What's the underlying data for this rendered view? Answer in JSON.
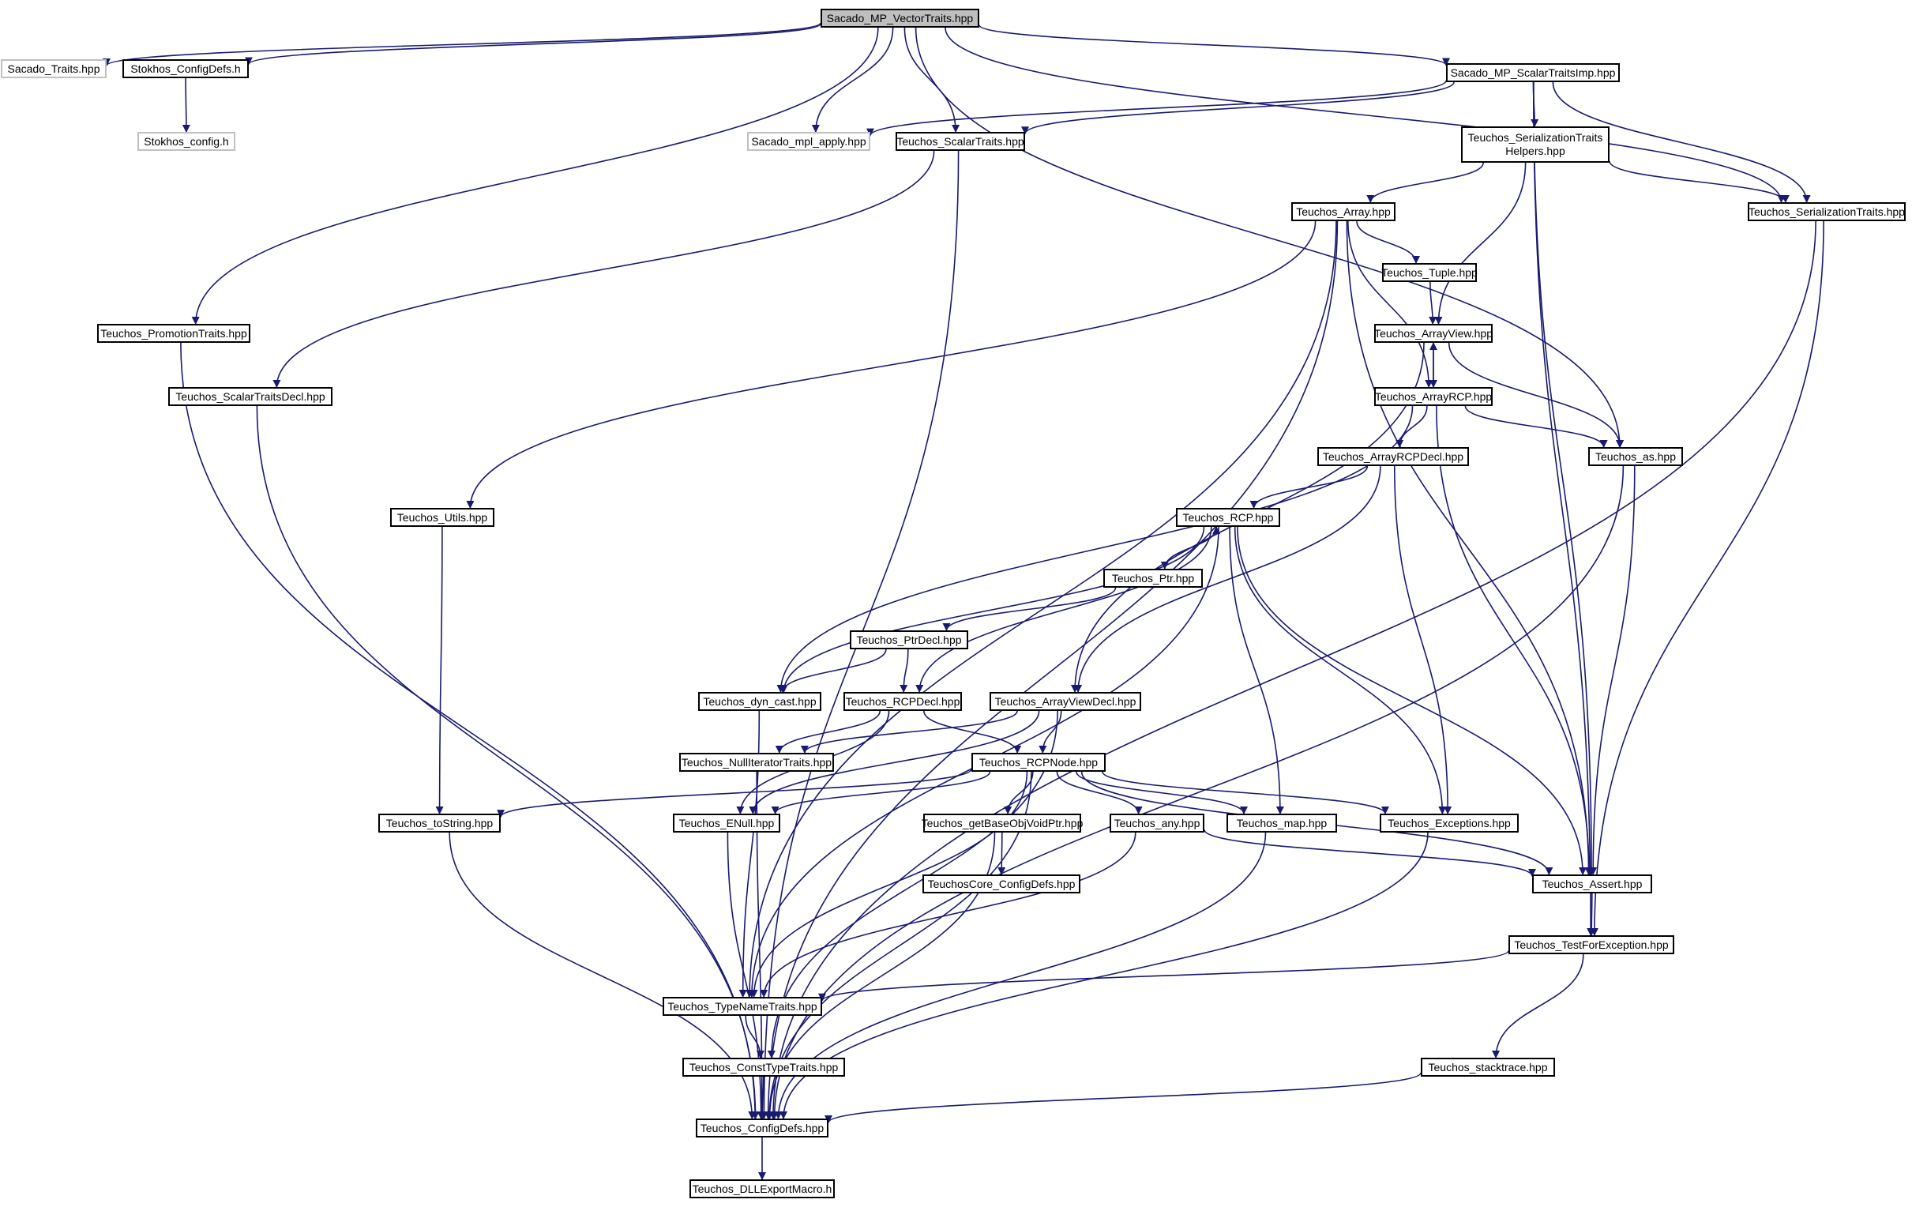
{
  "diagram": {
    "colors": {
      "edge": "#191970",
      "node_border": "#000000",
      "external_border": "#c0c0c0",
      "root_fill": "#bfbfbf",
      "background": "#ffffff"
    },
    "nodes": [
      {
        "id": "root",
        "label": "Sacado_MP_VectorTraits.hpp",
        "kind": "root"
      },
      {
        "id": "sacado_traits",
        "label": "Sacado_Traits.hpp",
        "kind": "external"
      },
      {
        "id": "stokhos_configdefs",
        "label": "Stokhos_ConfigDefs.h",
        "kind": "normal"
      },
      {
        "id": "stokhos_config",
        "label": "Stokhos_config.h",
        "kind": "external"
      },
      {
        "id": "sacado_mpl_apply",
        "label": "Sacado_mpl_apply.hpp",
        "kind": "external"
      },
      {
        "id": "teuchos_scalartraits",
        "label": "Teuchos_ScalarTraits.hpp",
        "kind": "normal"
      },
      {
        "id": "sacado_scalartraitsimp",
        "label": "Sacado_MP_ScalarTraitsImp.hpp",
        "kind": "normal"
      },
      {
        "id": "teuchos_serializationtraitshelpers",
        "label": "Teuchos_SerializationTraits\nHelpers.hpp",
        "kind": "normal"
      },
      {
        "id": "teuchos_serializationtraits",
        "label": "Teuchos_SerializationTraits.hpp",
        "kind": "normal"
      },
      {
        "id": "teuchos_array",
        "label": "Teuchos_Array.hpp",
        "kind": "normal"
      },
      {
        "id": "teuchos_tuple",
        "label": "Teuchos_Tuple.hpp",
        "kind": "normal"
      },
      {
        "id": "teuchos_arrayview",
        "label": "Teuchos_ArrayView.hpp",
        "kind": "normal"
      },
      {
        "id": "teuchos_arrayrcp",
        "label": "Teuchos_ArrayRCP.hpp",
        "kind": "normal"
      },
      {
        "id": "teuchos_promotiontraits",
        "label": "Teuchos_PromotionTraits.hpp",
        "kind": "normal"
      },
      {
        "id": "teuchos_scalartraitsdecl",
        "label": "Teuchos_ScalarTraitsDecl.hpp",
        "kind": "normal"
      },
      {
        "id": "teuchos_arrayrcpdecl",
        "label": "Teuchos_ArrayRCPDecl.hpp",
        "kind": "normal"
      },
      {
        "id": "teuchos_as",
        "label": "Teuchos_as.hpp",
        "kind": "normal"
      },
      {
        "id": "teuchos_utils",
        "label": "Teuchos_Utils.hpp",
        "kind": "normal"
      },
      {
        "id": "teuchos_rcp",
        "label": "Teuchos_RCP.hpp",
        "kind": "normal"
      },
      {
        "id": "teuchos_ptr",
        "label": "Teuchos_Ptr.hpp",
        "kind": "normal"
      },
      {
        "id": "teuchos_ptrdecl",
        "label": "Teuchos_PtrDecl.hpp",
        "kind": "normal"
      },
      {
        "id": "teuchos_dyn_cast",
        "label": "Teuchos_dyn_cast.hpp",
        "kind": "normal"
      },
      {
        "id": "teuchos_rcpdecl",
        "label": "Teuchos_RCPDecl.hpp",
        "kind": "normal"
      },
      {
        "id": "teuchos_arrayviewdecl",
        "label": "Teuchos_ArrayViewDecl.hpp",
        "kind": "normal"
      },
      {
        "id": "teuchos_nulliteratortraits",
        "label": "Teuchos_NullIteratorTraits.hpp",
        "kind": "normal"
      },
      {
        "id": "teuchos_rcpnode",
        "label": "Teuchos_RCPNode.hpp",
        "kind": "normal"
      },
      {
        "id": "teuchos_tostring",
        "label": "Teuchos_toString.hpp",
        "kind": "normal"
      },
      {
        "id": "teuchos_enull",
        "label": "Teuchos_ENull.hpp",
        "kind": "normal"
      },
      {
        "id": "teuchos_getbaseobjvoidptr",
        "label": "Teuchos_getBaseObjVoidPtr.hpp",
        "kind": "normal"
      },
      {
        "id": "teuchos_any",
        "label": "Teuchos_any.hpp",
        "kind": "normal"
      },
      {
        "id": "teuchos_map",
        "label": "Teuchos_map.hpp",
        "kind": "normal"
      },
      {
        "id": "teuchos_exceptions",
        "label": "Teuchos_Exceptions.hpp",
        "kind": "normal"
      },
      {
        "id": "teuchoscore_configdefs",
        "label": "TeuchosCore_ConfigDefs.hpp",
        "kind": "normal"
      },
      {
        "id": "teuchos_assert",
        "label": "Teuchos_Assert.hpp",
        "kind": "normal"
      },
      {
        "id": "teuchos_testforexception",
        "label": "Teuchos_TestForException.hpp",
        "kind": "normal"
      },
      {
        "id": "teuchos_typenametraits",
        "label": "Teuchos_TypeNameTraits.hpp",
        "kind": "normal"
      },
      {
        "id": "teuchos_consttypetraits",
        "label": "Teuchos_ConstTypeTraits.hpp",
        "kind": "normal"
      },
      {
        "id": "teuchos_stacktrace",
        "label": "Teuchos_stacktrace.hpp",
        "kind": "normal"
      },
      {
        "id": "teuchos_configdefs",
        "label": "Teuchos_ConfigDefs.hpp",
        "kind": "normal"
      },
      {
        "id": "teuchos_dllexportmacro",
        "label": "Teuchos_DLLExportMacro.h",
        "kind": "normal"
      }
    ],
    "edges": [
      [
        "root",
        "sacado_traits"
      ],
      [
        "root",
        "stokhos_configdefs"
      ],
      [
        "root",
        "teuchos_promotiontraits"
      ],
      [
        "root",
        "sacado_mpl_apply"
      ],
      [
        "root",
        "teuchos_scalartraits"
      ],
      [
        "root",
        "sacado_scalartraitsimp"
      ],
      [
        "root",
        "teuchos_as"
      ],
      [
        "root",
        "teuchos_serializationtraits"
      ],
      [
        "stokhos_configdefs",
        "stokhos_config"
      ],
      [
        "sacado_scalartraitsimp",
        "sacado_mpl_apply"
      ],
      [
        "sacado_scalartraitsimp",
        "teuchos_scalartraits"
      ],
      [
        "sacado_scalartraitsimp",
        "teuchos_serializationtraitshelpers"
      ],
      [
        "sacado_scalartraitsimp",
        "teuchos_serializationtraits"
      ],
      [
        "sacado_scalartraitsimp",
        "teuchos_assert"
      ],
      [
        "sacado_scalartraitsimp",
        "teuchos_testforexception"
      ],
      [
        "teuchos_scalartraits",
        "teuchos_scalartraitsdecl"
      ],
      [
        "teuchos_scalartraits",
        "teuchos_configdefs"
      ],
      [
        "teuchos_serializationtraitshelpers",
        "teuchos_array"
      ],
      [
        "teuchos_serializationtraitshelpers",
        "teuchos_arrayview"
      ],
      [
        "teuchos_serializationtraitshelpers",
        "teuchos_serializationtraits"
      ],
      [
        "teuchos_serializationtraits",
        "teuchos_testforexception"
      ],
      [
        "teuchos_serializationtraits",
        "teuchos_configdefs"
      ],
      [
        "teuchos_array",
        "teuchos_tuple"
      ],
      [
        "teuchos_array",
        "teuchos_arrayrcp"
      ],
      [
        "teuchos_array",
        "teuchos_assert"
      ],
      [
        "teuchos_array",
        "teuchos_utils"
      ],
      [
        "teuchos_array",
        "teuchos_typenametraits"
      ],
      [
        "teuchos_array",
        "teuchos_configdefs"
      ],
      [
        "teuchos_tuple",
        "teuchos_arrayview"
      ],
      [
        "teuchos_arrayview",
        "teuchos_arrayrcp"
      ],
      [
        "teuchos_arrayview",
        "teuchos_arrayviewdecl"
      ],
      [
        "teuchos_arrayview",
        "teuchos_as"
      ],
      [
        "teuchos_arrayrcp",
        "teuchos_arrayview"
      ],
      [
        "teuchos_arrayrcp",
        "teuchos_arrayrcpdecl"
      ],
      [
        "teuchos_arrayrcp",
        "teuchos_as"
      ],
      [
        "teuchos_arrayrcp",
        "teuchos_dyn_cast"
      ],
      [
        "teuchos_arrayrcp",
        "teuchos_assert"
      ],
      [
        "teuchos_promotiontraits",
        "teuchos_configdefs"
      ],
      [
        "teuchos_scalartraitsdecl",
        "teuchos_configdefs"
      ],
      [
        "teuchos_as",
        "teuchos_assert"
      ],
      [
        "teuchos_as",
        "teuchos_configdefs"
      ],
      [
        "teuchos_arrayrcpdecl",
        "teuchos_rcp"
      ],
      [
        "teuchos_arrayrcpdecl",
        "teuchos_arrayviewdecl"
      ],
      [
        "teuchos_arrayrcpdecl",
        "teuchos_exceptions"
      ],
      [
        "teuchos_utils",
        "teuchos_tostring"
      ],
      [
        "teuchos_rcp",
        "teuchos_ptr"
      ],
      [
        "teuchos_rcp",
        "teuchos_rcpdecl"
      ],
      [
        "teuchos_rcp",
        "teuchos_dyn_cast"
      ],
      [
        "teuchos_rcp",
        "teuchos_typenametraits"
      ],
      [
        "teuchos_rcp",
        "teuchos_map"
      ],
      [
        "teuchos_rcp",
        "teuchos_exceptions"
      ],
      [
        "teuchos_rcp",
        "teuchos_assert"
      ],
      [
        "teuchos_ptr",
        "teuchos_rcp"
      ],
      [
        "teuchos_ptr",
        "teuchos_ptrdecl"
      ],
      [
        "teuchos_ptrdecl",
        "teuchos_dyn_cast"
      ],
      [
        "teuchos_ptrdecl",
        "teuchos_rcpdecl"
      ],
      [
        "teuchos_rcpdecl",
        "teuchos_nulliteratortraits"
      ],
      [
        "teuchos_rcpdecl",
        "teuchos_rcpnode"
      ],
      [
        "teuchos_rcpdecl",
        "teuchos_enull"
      ],
      [
        "teuchos_arrayviewdecl",
        "teuchos_nulliteratortraits"
      ],
      [
        "teuchos_arrayviewdecl",
        "teuchos_rcpnode"
      ],
      [
        "teuchos_arrayviewdecl",
        "teuchos_enull"
      ],
      [
        "teuchos_arrayviewdecl",
        "teuchos_consttypetraits"
      ],
      [
        "teuchos_dyn_cast",
        "teuchos_typenametraits"
      ],
      [
        "teuchos_nulliteratortraits",
        "teuchos_configdefs"
      ],
      [
        "teuchos_rcpnode",
        "teuchos_tostring"
      ],
      [
        "teuchos_rcpnode",
        "teuchos_enull"
      ],
      [
        "teuchos_rcpnode",
        "teuchos_getbaseobjvoidptr"
      ],
      [
        "teuchos_rcpnode",
        "teuchos_any"
      ],
      [
        "teuchos_rcpnode",
        "teuchos_map"
      ],
      [
        "teuchos_rcpnode",
        "teuchos_exceptions"
      ],
      [
        "teuchos_rcpnode",
        "teuchos_assert"
      ],
      [
        "teuchos_rcpnode",
        "teuchos_typenametraits"
      ],
      [
        "teuchos_rcpnode",
        "teuchos_configdefs"
      ],
      [
        "teuchos_tostring",
        "teuchos_configdefs"
      ],
      [
        "teuchos_enull",
        "teuchos_configdefs"
      ],
      [
        "teuchos_getbaseobjvoidptr",
        "teuchoscore_configdefs"
      ],
      [
        "teuchos_getbaseobjvoidptr",
        "teuchos_configdefs"
      ],
      [
        "teuchos_any",
        "teuchos_assert"
      ],
      [
        "teuchos_any",
        "teuchos_typenametraits"
      ],
      [
        "teuchos_map",
        "teuchos_configdefs"
      ],
      [
        "teuchos_exceptions",
        "teuchos_configdefs"
      ],
      [
        "teuchos_assert",
        "teuchos_testforexception"
      ],
      [
        "teuchos_testforexception",
        "teuchos_typenametraits"
      ],
      [
        "teuchos_testforexception",
        "teuchos_stacktrace"
      ],
      [
        "teuchos_typenametraits",
        "teuchos_consttypetraits"
      ],
      [
        "teuchos_consttypetraits",
        "teuchos_configdefs"
      ],
      [
        "teuchos_stacktrace",
        "teuchos_configdefs"
      ],
      [
        "teuchos_configdefs",
        "teuchos_dllexportmacro"
      ]
    ]
  }
}
